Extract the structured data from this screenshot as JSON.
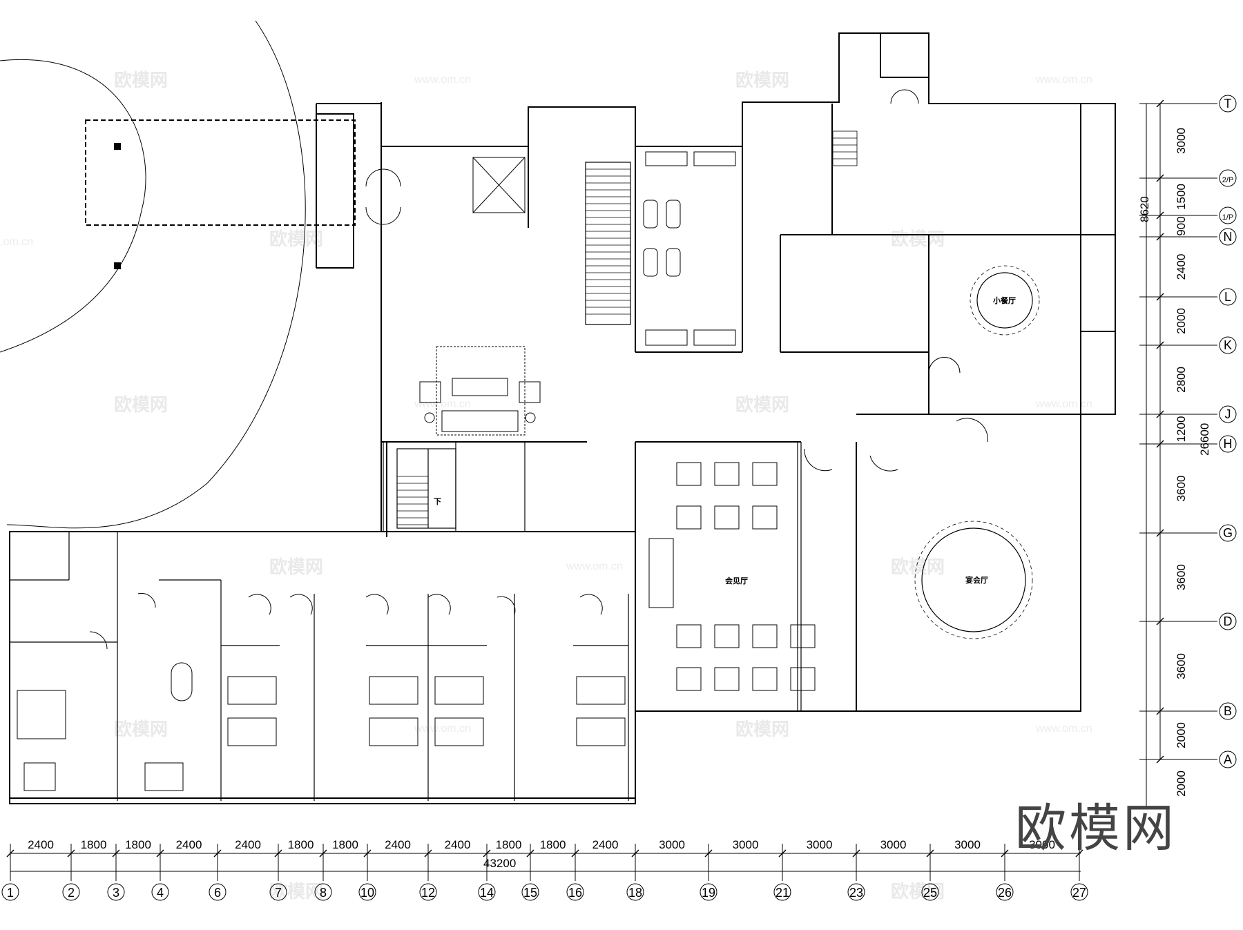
{
  "rooms": {
    "small_dining": "小餐厅",
    "reception": "会见厅",
    "banquet": "宴会厅",
    "stair_down": "下"
  },
  "bottom_dims": {
    "spans": [
      "2400",
      "1800",
      "1800",
      "2400",
      "2400",
      "1800",
      "1800",
      "2400",
      "2400",
      "1800",
      "1800",
      "2400",
      "3000",
      "3000",
      "3000",
      "3000",
      "3000",
      "3000"
    ],
    "total": "43200"
  },
  "bottom_axes": [
    "1",
    "2",
    "3",
    "4",
    "6",
    "7",
    "8",
    "10",
    "12",
    "14",
    "15",
    "16",
    "18",
    "19",
    "21",
    "23",
    "25",
    "26",
    "27"
  ],
  "right_dims": {
    "spans": [
      "3000",
      "1500",
      "900",
      "2400",
      "2000",
      "2800",
      "1200",
      "3600",
      "3600",
      "3600",
      "2000",
      "2000"
    ],
    "partial_total": "8620",
    "total": "26600"
  },
  "right_axes": [
    "T",
    "2/P",
    "1/P",
    "N",
    "L",
    "K",
    "J",
    "H",
    "G",
    "D",
    "B",
    "A"
  ],
  "watermark": {
    "brand": "欧模网",
    "site": "www.om.cn",
    "site_short": ".om.cn"
  },
  "colors": {
    "line": "#000000",
    "watermark": "#e9e9e9",
    "brand": "#444444"
  }
}
